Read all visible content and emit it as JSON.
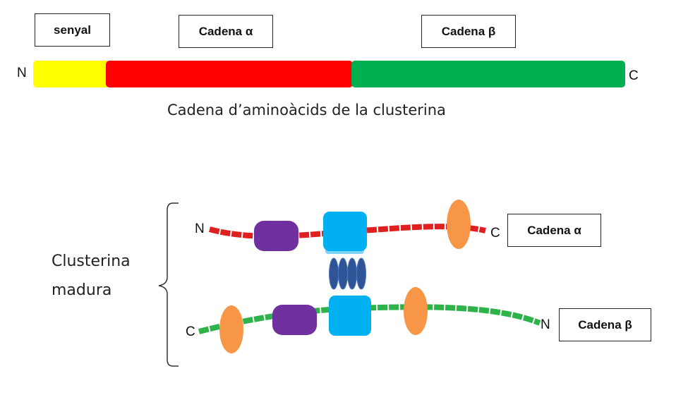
{
  "colors": {
    "signal": "#ffff00",
    "alpha": "#ff0000",
    "beta": "#00b050",
    "purple_domain": "#7030a0",
    "blue_domain": "#00b0f0",
    "orange_domain": "#f79646",
    "disulfide": "#2f5597",
    "alpha_strand": "#e02020",
    "beta_strand": "#2db34a"
  },
  "precursor": {
    "labels": {
      "signal": "senyal",
      "alpha": "Cadena α",
      "beta": "Cadena β"
    },
    "n_terminus": "N",
    "c_terminus": "C",
    "caption": "Cadena d’aminoàcids de la clusterina"
  },
  "mature": {
    "label_line1": "Clusterina",
    "label_line2": "madura",
    "alpha_chain": {
      "box_label": "Cadena α",
      "left_end": "N",
      "right_end": "C"
    },
    "beta_chain": {
      "box_label": "Cadena β",
      "left_end": "C",
      "right_end": "N"
    }
  }
}
